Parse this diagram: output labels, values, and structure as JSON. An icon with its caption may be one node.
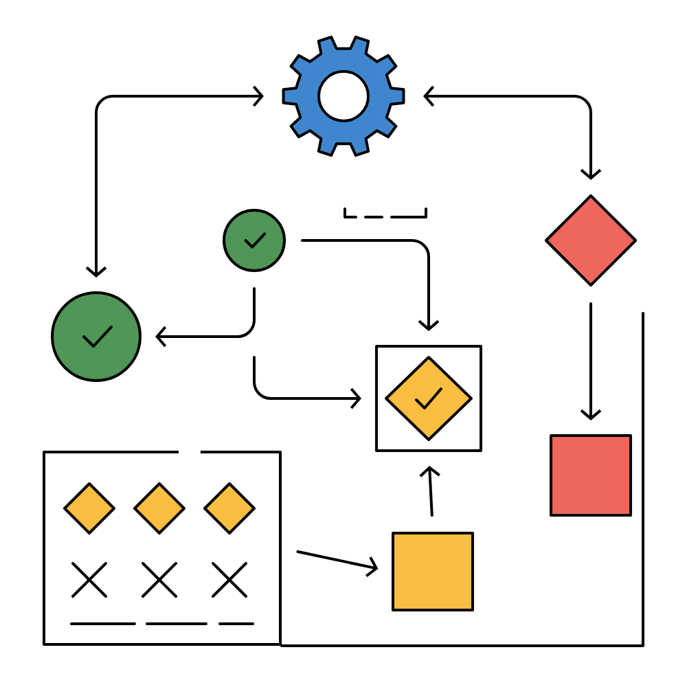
{
  "diagram": {
    "nodes": [
      {
        "text": [],
        "shape": "gear"
      },
      {
        "text": [],
        "shape": "diamond"
      },
      {
        "text": [],
        "shape": "circle"
      },
      {
        "text": [],
        "shape": "circle"
      },
      {
        "text": [],
        "shape": "box"
      },
      {
        "text": [],
        "shape": "box"
      },
      {
        "text": [],
        "shape": "box"
      },
      {
        "text": [],
        "shape": "box"
      }
    ],
    "edges": [
      {
        "from": 0,
        "to": 3,
        "arrow": "both"
      },
      {
        "from": 0,
        "to": 1,
        "arrow": "both"
      },
      {
        "from": 2,
        "to": 4,
        "arrow": "to"
      },
      {
        "from": 2,
        "to": 3,
        "arrow": "to"
      },
      {
        "from": null,
        "to": 4,
        "arrow": "to"
      },
      {
        "from": 1,
        "to": 5,
        "arrow": "to"
      },
      {
        "from": 7,
        "to": 4,
        "arrow": "to"
      },
      {
        "from": 6,
        "to": 7,
        "arrow": "to"
      }
    ]
  }
}
